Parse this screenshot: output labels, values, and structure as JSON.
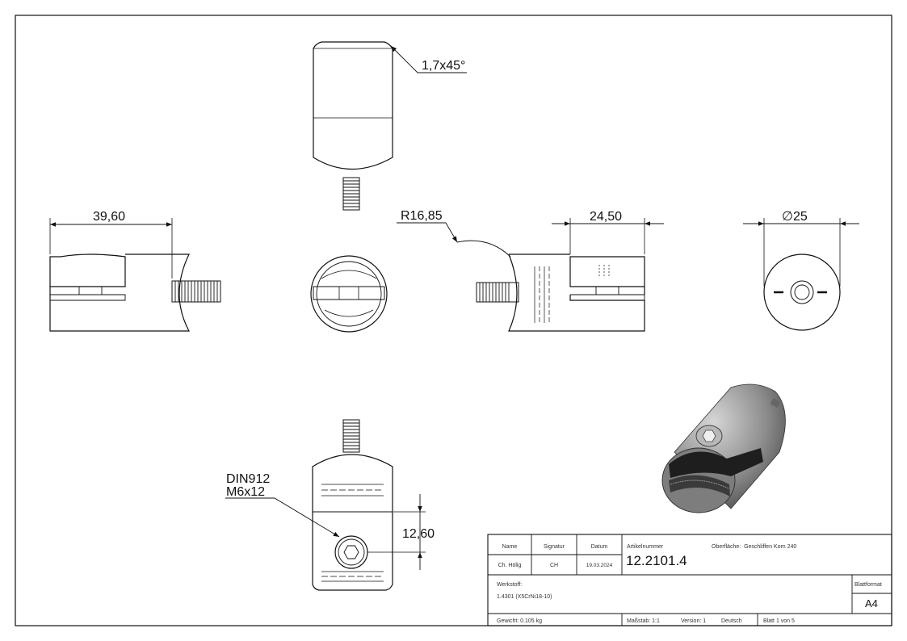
{
  "dimensions": {
    "chamfer": "1,7x45°",
    "length_left": "39,60",
    "radius": "R16,85",
    "length_right": "24,50",
    "diameter": "∅25",
    "height": "12,60",
    "screw_line1": "DIN912",
    "screw_line2": "M6x12"
  },
  "title_block": {
    "name_header": "Name",
    "signatur_header": "Signatur",
    "datum_header": "Datum",
    "name_value": "Ch. Hölig",
    "signatur_value": "CH",
    "datum_value": "19.03.2024",
    "artikel_label": "Artikelnummer",
    "artikel_value": "12.2101.4",
    "oberflaeche": "Oberfläche:  Geschliffen Korn 240",
    "werkstoff_label": "Werkstoff:",
    "werkstoff_value": "1.4301 (X5CrNi18-10)",
    "blattformat_label": "Blattformat",
    "blattformat_value": "A4",
    "gewicht": "Gewicht: 0.105 kg",
    "massstab": "Maßstab: 1:1",
    "version": "Version: 1",
    "sprache": "Deutsch",
    "blatt": "Blatt 1 von 5"
  }
}
